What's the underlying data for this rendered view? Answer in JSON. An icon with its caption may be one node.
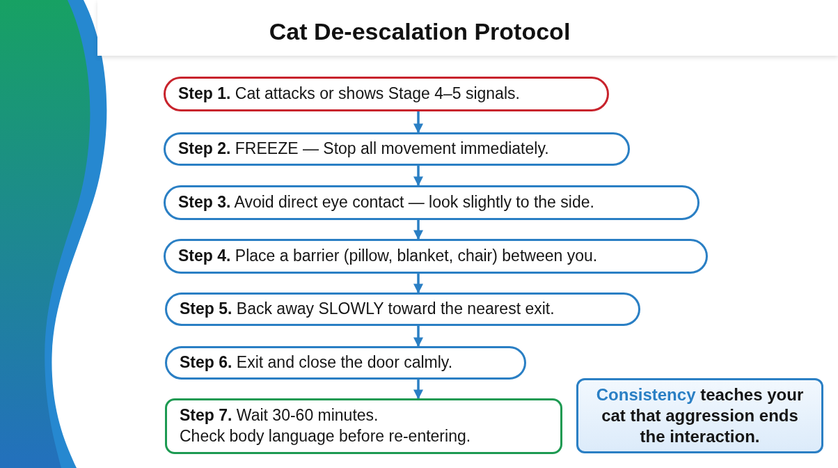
{
  "diagram": {
    "title": "Cat De-escalation Protocol",
    "nodes": [
      {
        "text": [
          "**Step 1.** Cat attacks or shows Stage 4–5 signals."
        ]
      },
      {
        "text": [
          "**Step 2.** FREEZE — Stop all movement immediately."
        ]
      },
      {
        "text": [
          "**Step 3.** Avoid direct eye contact — look slightly to the side."
        ]
      },
      {
        "text": [
          "**Step 4.** Place a barrier (pillow, blanket, chair) between you."
        ]
      },
      {
        "text": [
          "**Step 5.** Back away SLOWLY toward the nearest exit."
        ]
      },
      {
        "text": [
          "**Step 6.** Exit and close the door calmly."
        ]
      },
      {
        "text": [
          "**Step 7.** Wait 30-60 minutes.",
          "Check body language before re-entering."
        ]
      },
      {
        "text": [
          "**Consistency** teaches your cat that aggression ends the interaction."
        ]
      }
    ],
    "edges": [
      {
        "from": 0,
        "to": 1,
        "arrow": "to"
      },
      {
        "from": 1,
        "to": 2,
        "arrow": "to"
      },
      {
        "from": 2,
        "to": 3,
        "arrow": "to"
      },
      {
        "from": 3,
        "to": 4,
        "arrow": "to"
      },
      {
        "from": 4,
        "to": 5,
        "arrow": "to"
      },
      {
        "from": 5,
        "to": 6,
        "arrow": "to"
      }
    ]
  }
}
